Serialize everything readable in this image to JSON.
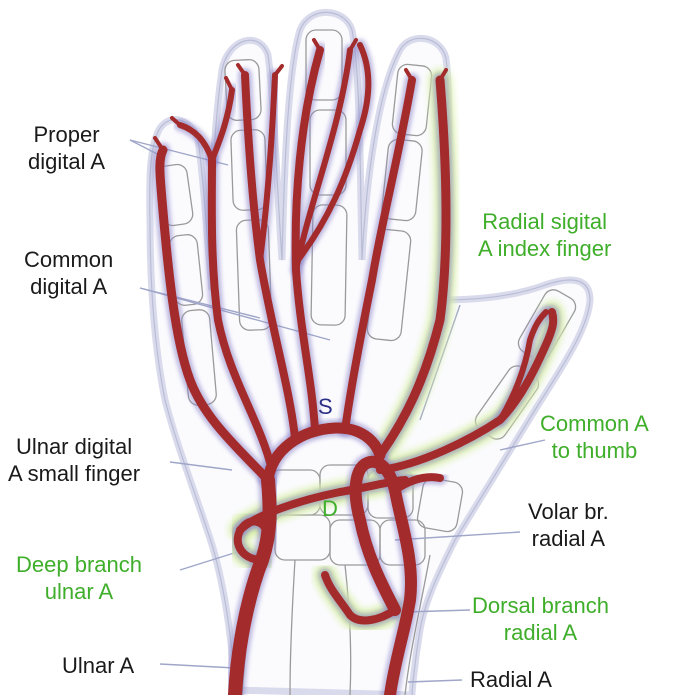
{
  "colors": {
    "artery": "#a32b2b",
    "artery_glow": "#8a82c8",
    "green_glow": "#d9f0a8",
    "bone": "#9a9a9a",
    "green_label": "#3fae2a",
    "black_label": "#1a1a1a",
    "leader": "#9fa6c8",
    "arch_letter": "#2c2f86",
    "deep_letter": "#3fae2a"
  },
  "labels": {
    "proper_digital": [
      "Proper",
      "digital A"
    ],
    "common_digital": [
      "Common",
      "digital A"
    ],
    "radial_index": [
      "Radial sigital",
      "A index finger"
    ],
    "common_thumb": [
      "Common A",
      "to thumb"
    ],
    "ulnar_small": [
      "Ulnar digital",
      "A small finger"
    ],
    "volar_br": [
      "Volar br.",
      "radial A"
    ],
    "deep_branch": [
      "Deep branch",
      "ulnar A"
    ],
    "dorsal_branch": [
      "Dorsal branch",
      "radial A"
    ],
    "ulnar_a": "Ulnar A",
    "radial_a": "Radial A"
  },
  "arches": {
    "superficial": "S",
    "deep": "D"
  }
}
